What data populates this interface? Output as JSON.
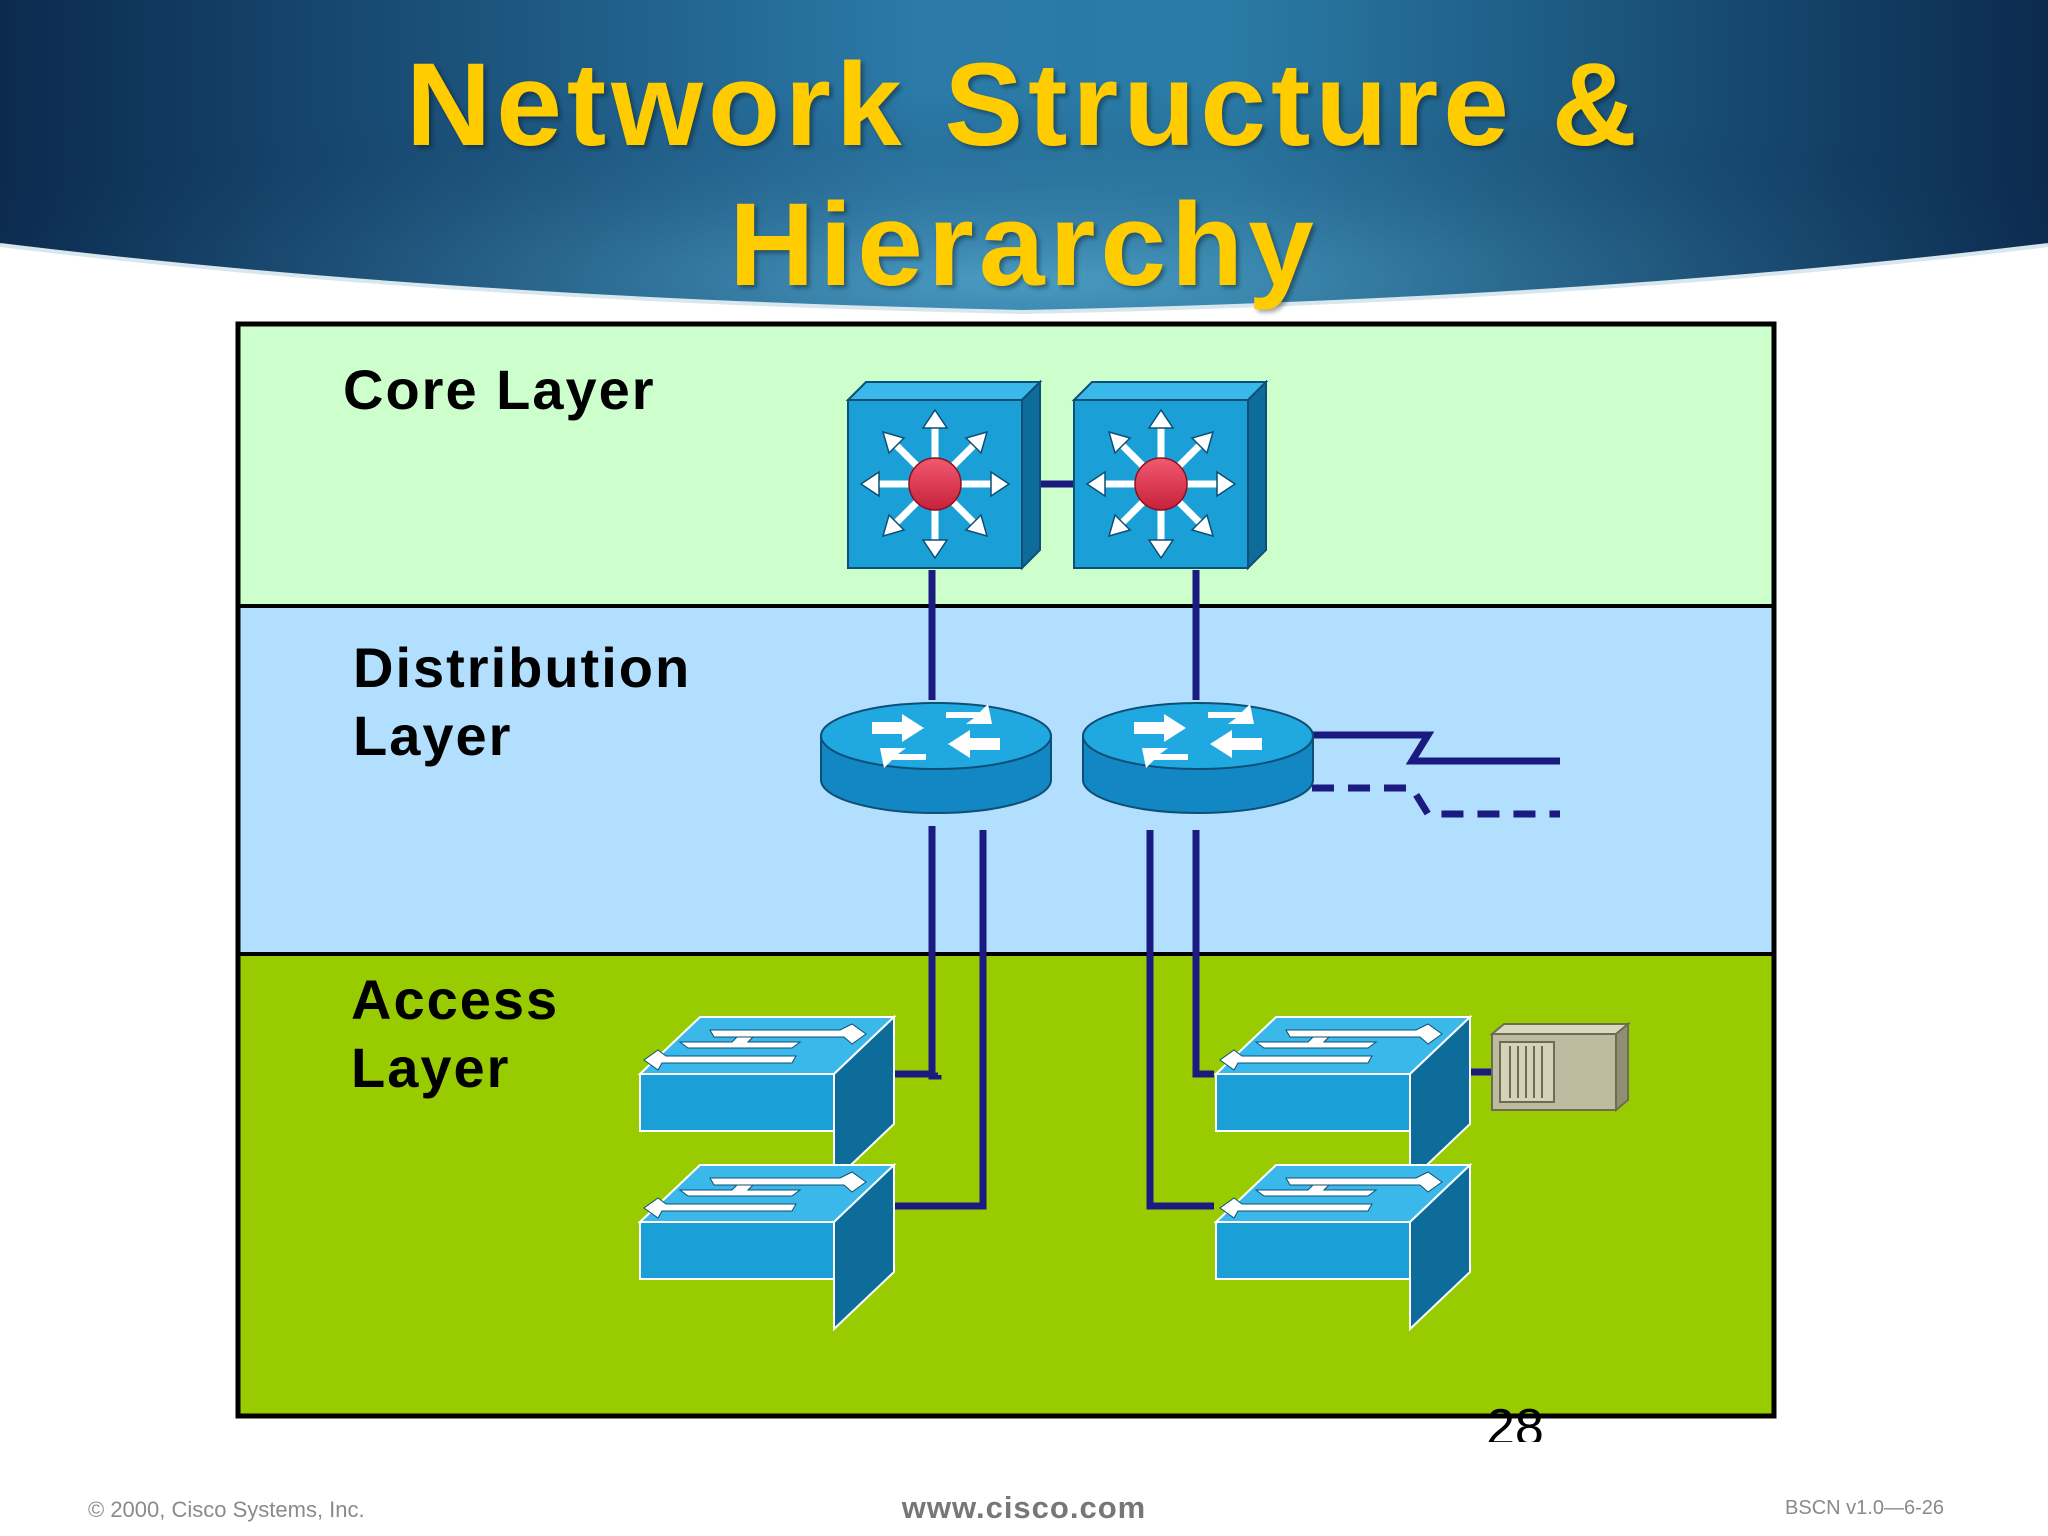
{
  "slide": {
    "title_line1": "Network Structure &",
    "title_line2": "Hierarchy",
    "layers": {
      "core": {
        "label": "Core Layer",
        "color": "#ccffcc"
      },
      "distribution": {
        "label_line1": "Distribution",
        "label_line2": "Layer",
        "color": "#b3dfff"
      },
      "access": {
        "label_line1": "Access",
        "label_line2": "Layer",
        "color": "#99cc00"
      }
    },
    "page_number": "28",
    "footer": {
      "copyright": "© 2000, Cisco Systems, Inc.",
      "website": "www.cisco.com",
      "course_code": "BSCN v1.0—6-26"
    }
  },
  "colors": {
    "header_dark": "#0b2a4e",
    "header_light": "#2b7aa8",
    "title": "#ffcc00",
    "device_blue": "#1a9fd6",
    "link": "#1a1a80",
    "core_hub": "#e8334a"
  },
  "devices": [
    {
      "role": "core-switch",
      "icon": "multilayer-switch-icon"
    },
    {
      "role": "core-switch",
      "icon": "multilayer-switch-icon"
    },
    {
      "role": "distribution-router",
      "icon": "router-icon"
    },
    {
      "role": "distribution-router",
      "icon": "router-icon"
    },
    {
      "role": "access-switch",
      "icon": "workgroup-switch-icon"
    },
    {
      "role": "access-switch",
      "icon": "workgroup-switch-icon"
    },
    {
      "role": "access-switch",
      "icon": "workgroup-switch-icon"
    },
    {
      "role": "access-switch",
      "icon": "workgroup-switch-icon"
    },
    {
      "role": "server",
      "icon": "server-icon"
    }
  ]
}
